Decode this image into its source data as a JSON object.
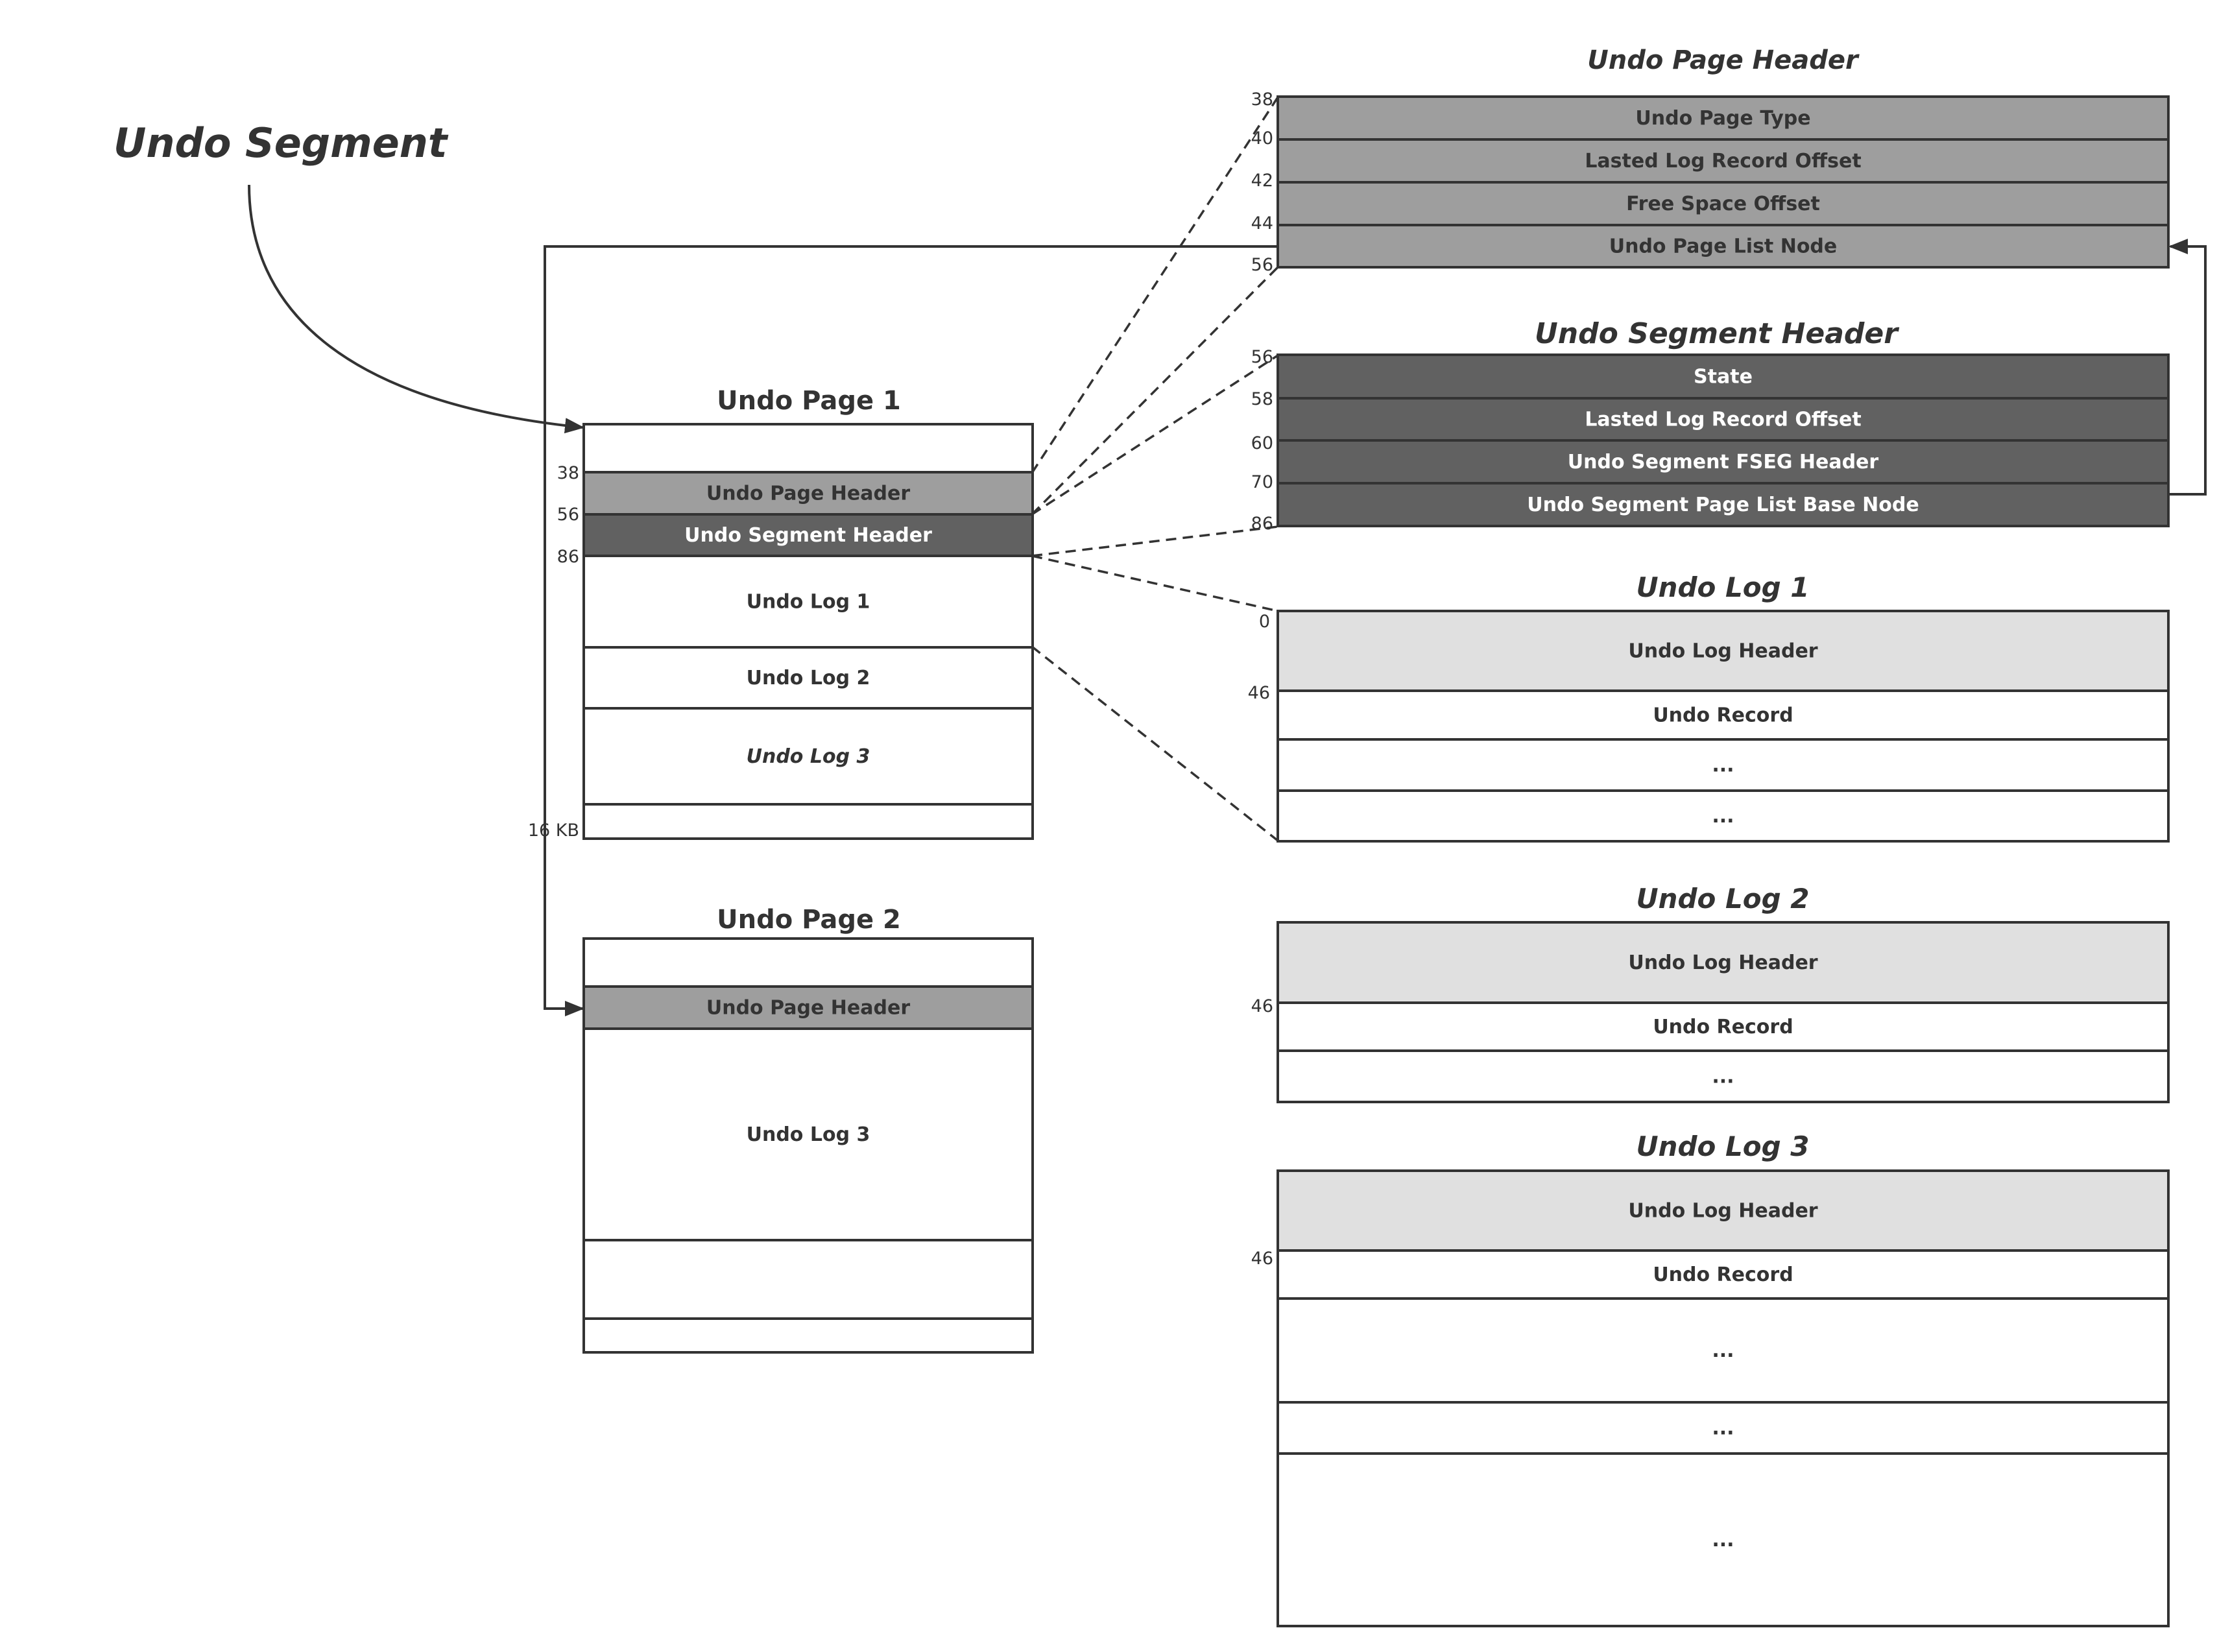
{
  "colors": {
    "page_header_fill": "#9e9e9e",
    "segment_header_fill": "#616161",
    "log_header_fill": "#e0e0e0",
    "plain_fill": "#ffffff",
    "line": "#333333",
    "dark_text": "#333333",
    "light_text": "#ffffff"
  },
  "labels": {
    "undo_segment": "Undo Segment",
    "undo_page_1": "Undo Page 1",
    "undo_page_2": "Undo Page 2",
    "page_header_detail": "Undo Page Header",
    "segment_header_detail": "Undo Segment Header",
    "undo_log_1": "Undo Log 1",
    "undo_log_2": "Undo Log 2",
    "undo_log_3": "Undo Log 3"
  },
  "undo_page_1": {
    "cells": [
      {
        "label": "",
        "kind": "plain"
      },
      {
        "label": "Undo Page Header",
        "kind": "page_header"
      },
      {
        "label": "Undo Segment Header",
        "kind": "segment_header"
      },
      {
        "label": "Undo Log 1",
        "kind": "plain"
      },
      {
        "label": "Undo Log 2",
        "kind": "plain"
      },
      {
        "label": "Undo Log 3",
        "kind": "plain",
        "italic": true
      },
      {
        "label": "",
        "kind": "plain"
      }
    ],
    "offsets": [
      "38",
      "56",
      "86",
      "16 KB"
    ]
  },
  "undo_page_2": {
    "cells": [
      {
        "label": "",
        "kind": "plain"
      },
      {
        "label": "Undo Page Header",
        "kind": "page_header"
      },
      {
        "label": "Undo Log 3",
        "kind": "plain"
      },
      {
        "label": "",
        "kind": "plain"
      },
      {
        "label": "",
        "kind": "plain"
      }
    ]
  },
  "page_header_detail": {
    "fields": [
      "Undo Page Type",
      "Lasted Log Record Offset",
      "Free Space Offset",
      "Undo Page List Node"
    ],
    "offsets": [
      "38",
      "40",
      "42",
      "44",
      "56"
    ]
  },
  "segment_header_detail": {
    "fields": [
      "State",
      "Lasted Log Record Offset",
      "Undo Segment FSEG Header",
      "Undo Segment Page List Base Node"
    ],
    "offsets": [
      "56",
      "58",
      "60",
      "70",
      "86"
    ]
  },
  "undo_log_1": {
    "cells": [
      {
        "label": "Undo Log Header",
        "kind": "log_header"
      },
      {
        "label": "Undo Record",
        "kind": "plain"
      },
      {
        "label": "...",
        "kind": "plain"
      },
      {
        "label": "...",
        "kind": "plain"
      }
    ],
    "offsets": [
      "0",
      "46"
    ]
  },
  "undo_log_2": {
    "cells": [
      {
        "label": "Undo Log Header",
        "kind": "log_header"
      },
      {
        "label": "Undo Record",
        "kind": "plain"
      },
      {
        "label": "...",
        "kind": "plain"
      }
    ],
    "offsets": [
      "46"
    ]
  },
  "undo_log_3": {
    "cells": [
      {
        "label": "Undo Log Header",
        "kind": "log_header"
      },
      {
        "label": "Undo Record",
        "kind": "plain"
      },
      {
        "label": "...",
        "kind": "plain"
      },
      {
        "label": "...",
        "kind": "plain"
      },
      {
        "label": "...",
        "kind": "plain"
      }
    ],
    "offsets": [
      "46"
    ]
  }
}
